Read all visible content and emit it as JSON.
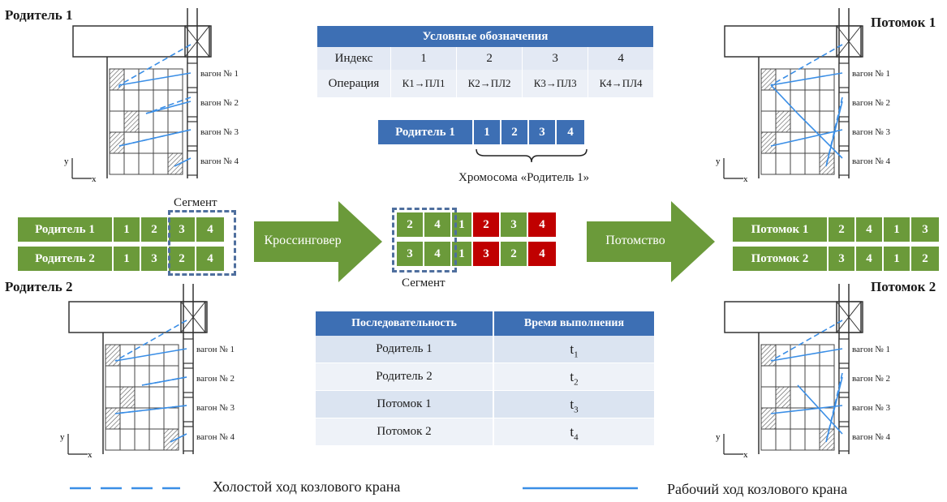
{
  "titles": {
    "parent1": "Родитель 1",
    "parent2": "Родитель 2",
    "child1": "Потомок 1",
    "child2": "Потомок 2"
  },
  "wagons": [
    "вагон № 1",
    "вагон № 2",
    "вагон № 3",
    "вагон № 4"
  ],
  "axes": {
    "x": "x",
    "y": "y"
  },
  "legend_table": {
    "title": "Условные обозначения",
    "row1_label": "Индекс",
    "indices": [
      "1",
      "2",
      "3",
      "4"
    ],
    "row2_label": "Операция",
    "operations": [
      "К1→ПЛ1",
      "К2→ПЛ2",
      "К3→ПЛ3",
      "К4→ПЛ4"
    ]
  },
  "chromosome": {
    "label": "Родитель 1",
    "genes": [
      "1",
      "2",
      "3",
      "4"
    ],
    "caption": "Хромосома «Родитель 1»"
  },
  "left_sequences": [
    {
      "label": "Родитель 1",
      "genes": [
        "1",
        "2",
        "3",
        "4"
      ]
    },
    {
      "label": "Родитель 2",
      "genes": [
        "1",
        "3",
        "2",
        "4"
      ]
    }
  ],
  "segment_label_top": "Сегмент",
  "segment_label_bottom": "Сегмент",
  "crossover_label": "Кроссинговер",
  "offspring_label": "Потомство",
  "middle_sequences": [
    {
      "genes": [
        "2",
        "4",
        "1",
        "2",
        "3",
        "4"
      ]
    },
    {
      "genes": [
        "3",
        "4",
        "1",
        "3",
        "2",
        "4"
      ]
    }
  ],
  "right_sequences": [
    {
      "label": "Потомок 1",
      "genes": [
        "2",
        "4",
        "1",
        "3"
      ]
    },
    {
      "label": "Потомок 2",
      "genes": [
        "3",
        "4",
        "1",
        "2"
      ]
    }
  ],
  "time_table": {
    "header": [
      "Последовательность",
      "Время выполнения"
    ],
    "rows": [
      {
        "seq": "Родитель 1",
        "t": "t",
        "sub": "1"
      },
      {
        "seq": "Родитель 2",
        "t": "t",
        "sub": "2"
      },
      {
        "seq": "Потомок 1",
        "t": "t",
        "sub": "3"
      },
      {
        "seq": "Потомок 2",
        "t": "t",
        "sub": "4"
      }
    ]
  },
  "line_legend": {
    "idle": "Холостой ход козлового крана",
    "work": "Рабочий ход козлового крана"
  },
  "colors": {
    "green": "#6b9a3a",
    "red": "#c00000",
    "blue": "#3d6fb4",
    "line_blue": "#3a8ee6"
  }
}
